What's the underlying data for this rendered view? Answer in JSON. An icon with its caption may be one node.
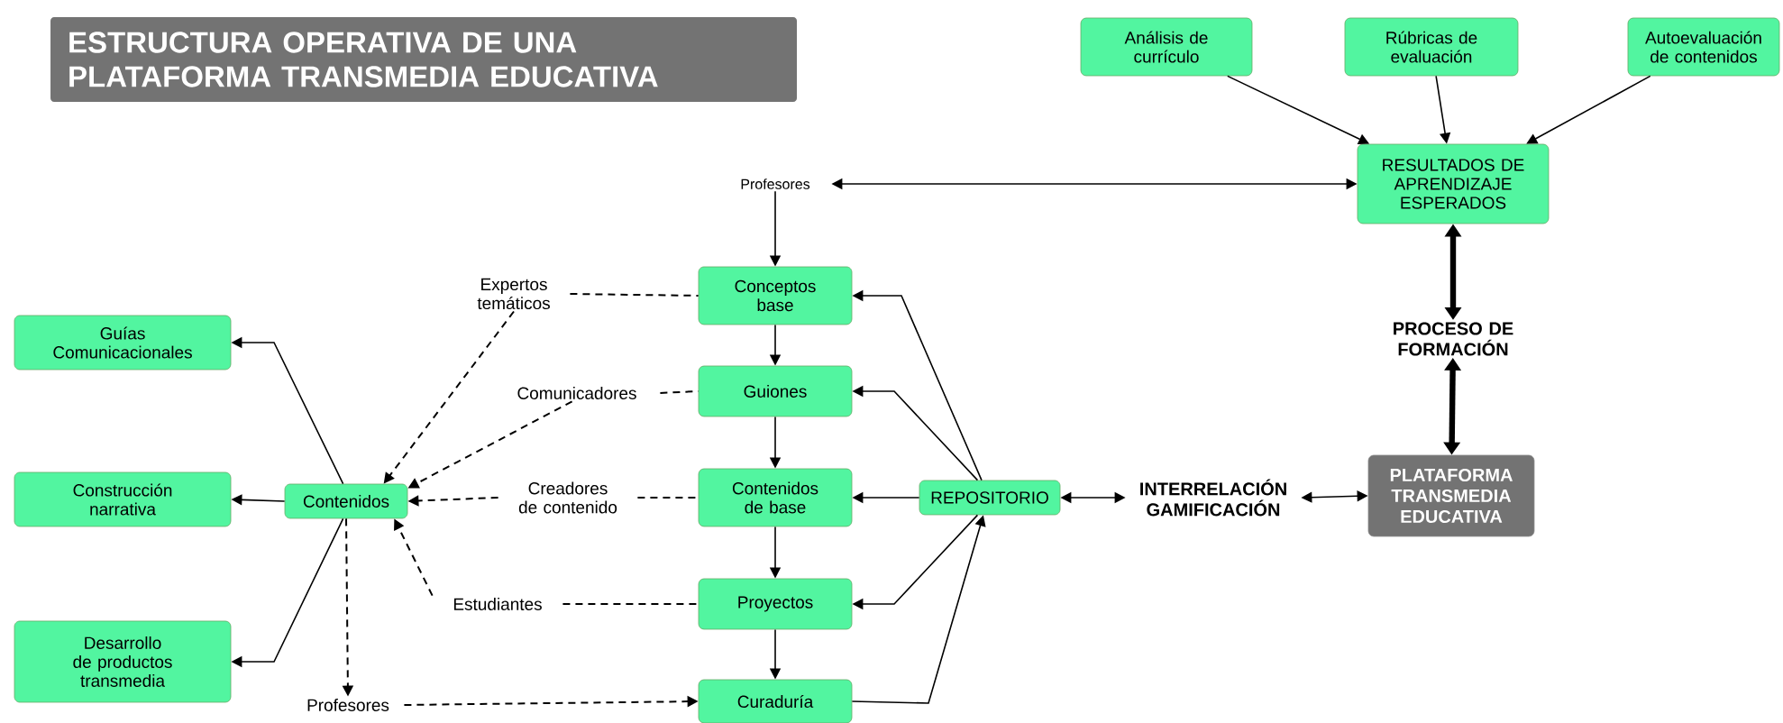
{
  "diagram": {
    "title": "ESTRUCTURA OPERATIVA DE UNA PLATAFORMA TRANSMEDIA EDUCATIVA",
    "nodes": [
      {
        "text": [
          "Análisis de currículo"
        ]
      },
      {
        "text": [
          "Rúbricas de evaluación"
        ]
      },
      {
        "text": [
          "Autoevaluación de contenidos"
        ]
      },
      {
        "text": [
          "RESULTADOS DE APRENDIZAJE ESPERADOS"
        ]
      },
      {
        "text": [
          "Profesores"
        ]
      },
      {
        "text": [
          "Guías Comunicacionales"
        ]
      },
      {
        "text": [
          "Expertos temáticos"
        ]
      },
      {
        "text": [
          "Conceptos base"
        ]
      },
      {
        "text": [
          "Comunicadores"
        ]
      },
      {
        "text": [
          "Guiones"
        ]
      },
      {
        "text": [
          "Construcción narrativa"
        ]
      },
      {
        "text": [
          "Contenidos"
        ]
      },
      {
        "text": [
          "Creadores de contenido"
        ]
      },
      {
        "text": [
          "Contenidos de base"
        ]
      },
      {
        "text": [
          "REPOSITORIO"
        ]
      },
      {
        "text": [
          "INTERRELACIÓN GAMIFICACIÓN"
        ]
      },
      {
        "text": [
          "PROCESO DE FORMACIÓN"
        ]
      },
      {
        "text": [
          "PLATAFORMA TRANSMEDIA EDUCATIVA"
        ]
      },
      {
        "text": [
          "Estudiantes"
        ]
      },
      {
        "text": [
          "Proyectos"
        ]
      },
      {
        "text": [
          "Desarrollo de productos transmedia"
        ]
      },
      {
        "text": [
          "Profesores"
        ]
      },
      {
        "text": [
          "Curaduría"
        ]
      }
    ],
    "edges": [
      {
        "from": 0,
        "to": 3,
        "arrow": "to"
      },
      {
        "from": 1,
        "to": 3,
        "arrow": "to"
      },
      {
        "from": 2,
        "to": 3,
        "arrow": "to"
      },
      {
        "from": 4,
        "to": 3,
        "arrow": "both"
      },
      {
        "from": 4,
        "to": 7,
        "arrow": "to"
      },
      {
        "from": 7,
        "to": 9,
        "arrow": "to"
      },
      {
        "from": 9,
        "to": 13,
        "arrow": "to"
      },
      {
        "from": 13,
        "to": 19,
        "arrow": "to"
      },
      {
        "from": 19,
        "to": 22,
        "arrow": "to"
      },
      {
        "from": 14,
        "to": 7,
        "arrow": "to"
      },
      {
        "from": 14,
        "to": 9,
        "arrow": "to"
      },
      {
        "from": 14,
        "to": 13,
        "arrow": "to"
      },
      {
        "from": 14,
        "to": 19,
        "arrow": "to"
      },
      {
        "from": 22,
        "to": 14,
        "arrow": "to"
      },
      {
        "from": 6,
        "to": 7,
        "arrow": "none",
        "style": "dashed"
      },
      {
        "from": 6,
        "to": 11,
        "arrow": "to",
        "style": "dashed"
      },
      {
        "from": 8,
        "to": 9,
        "arrow": "none",
        "style": "dashed"
      },
      {
        "from": 8,
        "to": 11,
        "arrow": "to",
        "style": "dashed"
      },
      {
        "from": 12,
        "to": 13,
        "arrow": "none",
        "style": "dashed"
      },
      {
        "from": 12,
        "to": 11,
        "arrow": "to",
        "style": "dashed"
      },
      {
        "from": 18,
        "to": 19,
        "arrow": "none",
        "style": "dashed"
      },
      {
        "from": 18,
        "to": 11,
        "arrow": "to",
        "style": "dashed"
      },
      {
        "from": 11,
        "to": 5,
        "arrow": "to"
      },
      {
        "from": 11,
        "to": 10,
        "arrow": "to"
      },
      {
        "from": 11,
        "to": 20,
        "arrow": "to"
      },
      {
        "from": 11,
        "to": 21,
        "arrow": "to",
        "style": "dashed"
      },
      {
        "from": 21,
        "to": 22,
        "arrow": "to",
        "style": "dashed"
      },
      {
        "from": 14,
        "to": 15,
        "arrow": "both"
      },
      {
        "from": 15,
        "to": 17,
        "arrow": "both"
      },
      {
        "from": 3,
        "to": 16,
        "arrow": "both",
        "style": "thick"
      },
      {
        "from": 16,
        "to": 17,
        "arrow": "both",
        "style": "thick"
      }
    ]
  }
}
